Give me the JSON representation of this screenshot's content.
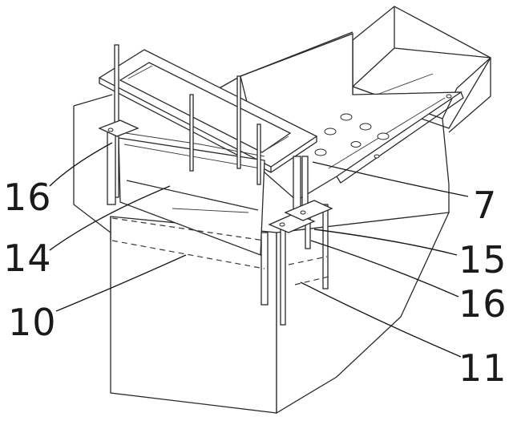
{
  "labels": {
    "label_16_left": "16",
    "label_14": "14",
    "label_10": "10",
    "label_7": "7",
    "label_15": "15",
    "label_16_right": "16",
    "label_11": "11"
  },
  "colors": {
    "line": "#2a2a2a",
    "background": "#ffffff"
  }
}
